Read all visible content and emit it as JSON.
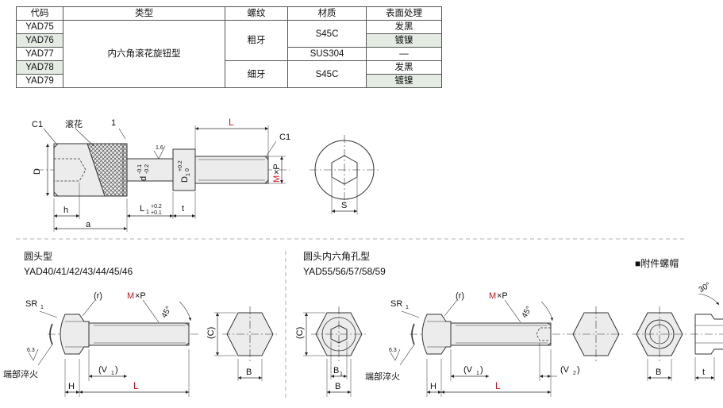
{
  "table": {
    "headers": [
      "代码",
      "类型",
      "螺纹",
      "材质",
      "表面处理"
    ],
    "rows": [
      {
        "code": "YAD75",
        "finish": "发黑"
      },
      {
        "code": "YAD76",
        "finish": "镀镍"
      },
      {
        "code": "YAD77",
        "finish": "—"
      },
      {
        "code": "YAD78",
        "finish": "发黑"
      },
      {
        "code": "YAD79",
        "finish": "镀镍"
      }
    ],
    "type": "内六角滚花旋钮型",
    "thread_coarse": "粗牙",
    "thread_fine": "细牙",
    "material_s45c_a": "S45C",
    "material_sus": "SUS304",
    "material_s45c_b": "S45C"
  },
  "main_drawing": {
    "c1_left": "C1",
    "knurl": "滚花",
    "dim_1": "1",
    "dim_L": "L",
    "c1_right": "C1",
    "surface": "1.6",
    "D": "D",
    "d": "d",
    "d_tol_upper": "-0.1",
    "d_tol_lower": "-0.2",
    "D1": "D",
    "D1_sub": "1",
    "D1_tol_upper": "+0.2",
    "D1_tol_lower": "0",
    "M": "M",
    "xP": "×P",
    "h": "h",
    "a": "a",
    "L1": "L",
    "L1_sub": "1",
    "L1_tol_upper": "+0.2",
    "L1_tol_lower": "+0.1",
    "t": "t",
    "S": "S"
  },
  "section_round": {
    "title": "圆头型",
    "codes": "YAD40/41/42/43/44/45/46",
    "SR": "SR",
    "SR_sub": "1",
    "r": "(r)",
    "M": "M",
    "xP": "×P",
    "angle": "45°",
    "C": "(C)",
    "roughness": "6.3",
    "harden": "端部淬火",
    "V1": "(V",
    "V1_sub": "1",
    "V1_close": ")",
    "H": "H",
    "L": "L",
    "B": "B"
  },
  "section_hex": {
    "title": "圆头内六角孔型",
    "codes": "YAD55/56/57/58/59",
    "SR": "SR",
    "SR_sub": "1",
    "r": "(r)",
    "M": "M",
    "xP": "×P",
    "angle": "45°",
    "C": "(C)",
    "roughness": "6.3",
    "harden": "端部淬火",
    "V1": "(V",
    "V1_sub": "1",
    "V1_close": ")",
    "V2": "(V",
    "V2_sub": "2",
    "V2_close": ")",
    "H": "H",
    "L": "L",
    "B1": "B",
    "B1_sub": "1",
    "B": "B"
  },
  "accessory": {
    "title": "■附件螺帽",
    "angle": "30°",
    "B": "B",
    "t": "t"
  },
  "colors": {
    "line": "#333333",
    "red": "#d0101a",
    "shade": "#e3ebe3"
  }
}
